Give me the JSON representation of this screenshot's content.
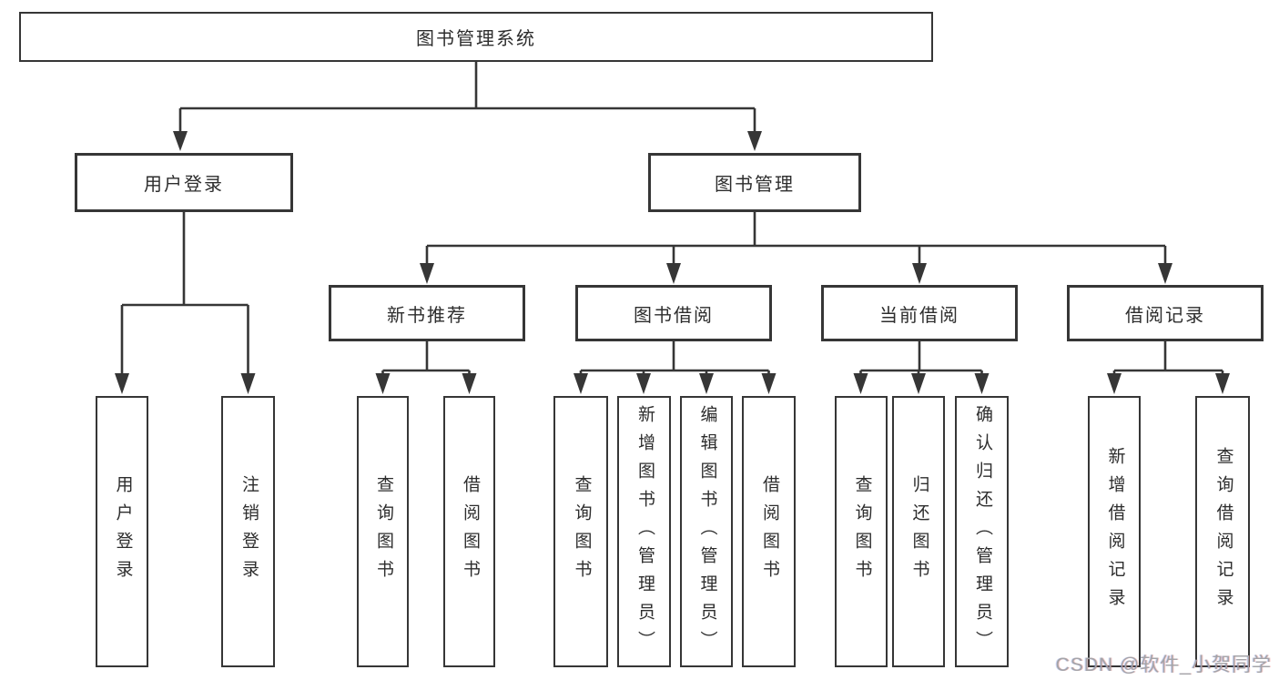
{
  "diagram_title": "图书管理系统",
  "nodes": {
    "root": "图书管理系统",
    "user_login": "用户登录",
    "book_mgmt": "图书管理",
    "new_book_rec": "新书推荐",
    "book_borrow": "图书借阅",
    "current_borrow": "当前借阅",
    "borrow_records": "借阅记录",
    "ul_login": "用户登录",
    "ul_logout": "注销登录",
    "nbr_query": "查询图书",
    "nbr_borrow": "借阅图书",
    "bb_query": "查询图书",
    "bb_add": "新增图书（管理员）",
    "bb_edit": "编辑图书（管理员）",
    "bb_borrow": "借阅图书",
    "cb_query": "查询图书",
    "cb_return": "归还图书",
    "cb_confirm": "确认归还（管理员）",
    "br_add": "新增借阅记录",
    "br_query": "查询借阅记录"
  },
  "hierarchy": {
    "图书管理系统": [
      "用户登录",
      "图书管理"
    ],
    "用户登录": [
      "用户登录",
      "注销登录"
    ],
    "图书管理": [
      "新书推荐",
      "图书借阅",
      "当前借阅",
      "借阅记录"
    ],
    "新书推荐": [
      "查询图书",
      "借阅图书"
    ],
    "图书借阅": [
      "查询图书",
      "新增图书（管理员）",
      "编辑图书（管理员）",
      "借阅图书"
    ],
    "当前借阅": [
      "查询图书",
      "归还图书",
      "确认归还（管理员）"
    ],
    "借阅记录": [
      "新增借阅记录",
      "查询借阅记录"
    ]
  },
  "watermark": {
    "text": "CSDN @软件_小贺同学",
    "color": "#a4a4a8"
  },
  "colors": {
    "line": "#363636",
    "box_border": "#363636",
    "box_fill": "#ffffff",
    "text": "#2d2d2d"
  }
}
